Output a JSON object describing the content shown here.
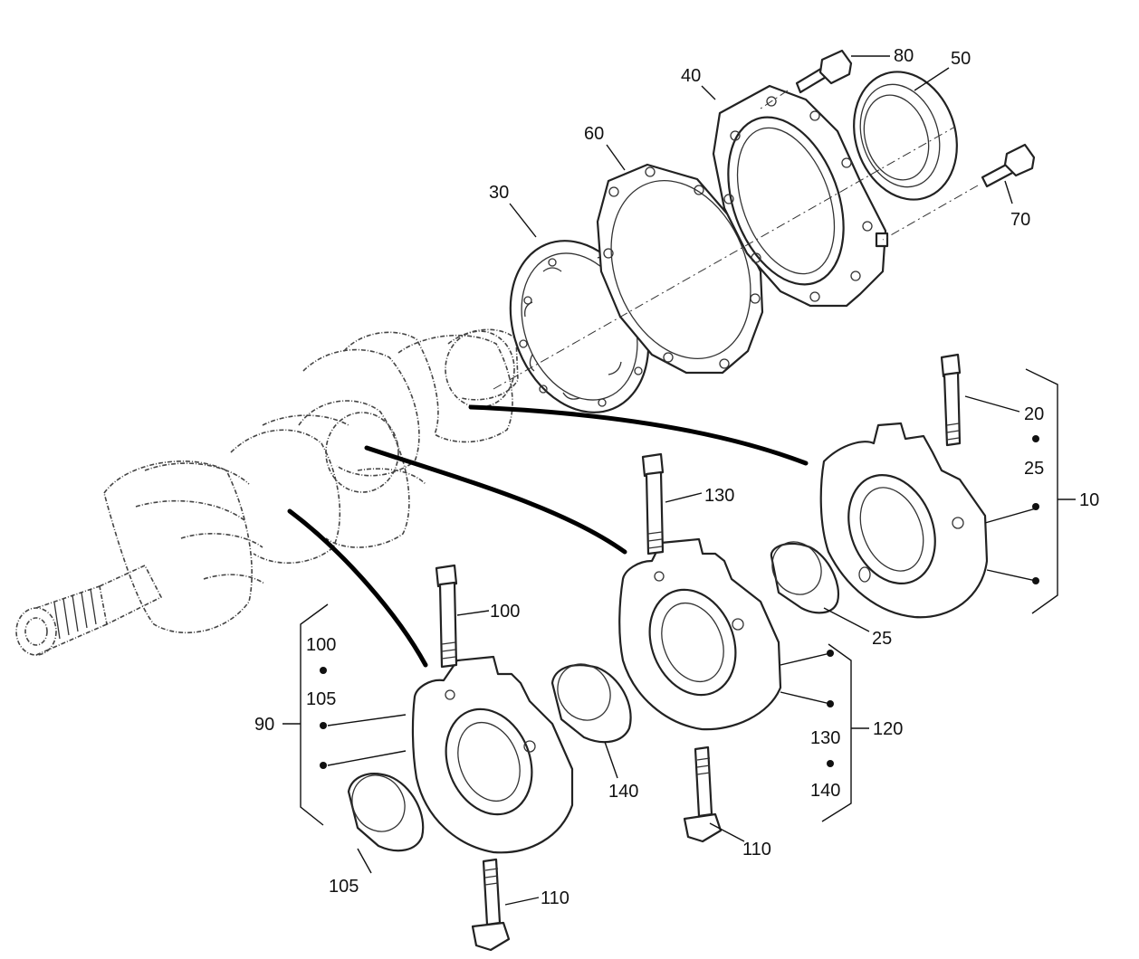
{
  "labels": {
    "p80": "80",
    "p50": "50",
    "p40": "40",
    "p60": "60",
    "p30": "30",
    "p70": "70",
    "p20": "20",
    "p25_group": "25",
    "p10": "10",
    "p130_bolt": "130",
    "p25_bearing": "25",
    "p100_bolt": "100",
    "p100_group": "100",
    "p105_group": "105",
    "p90": "90",
    "p120": "120",
    "p130_group": "130",
    "p140_group": "140",
    "p140_bearing": "140",
    "p110_right": "110",
    "p105_bearing": "105",
    "p110_left": "110"
  }
}
